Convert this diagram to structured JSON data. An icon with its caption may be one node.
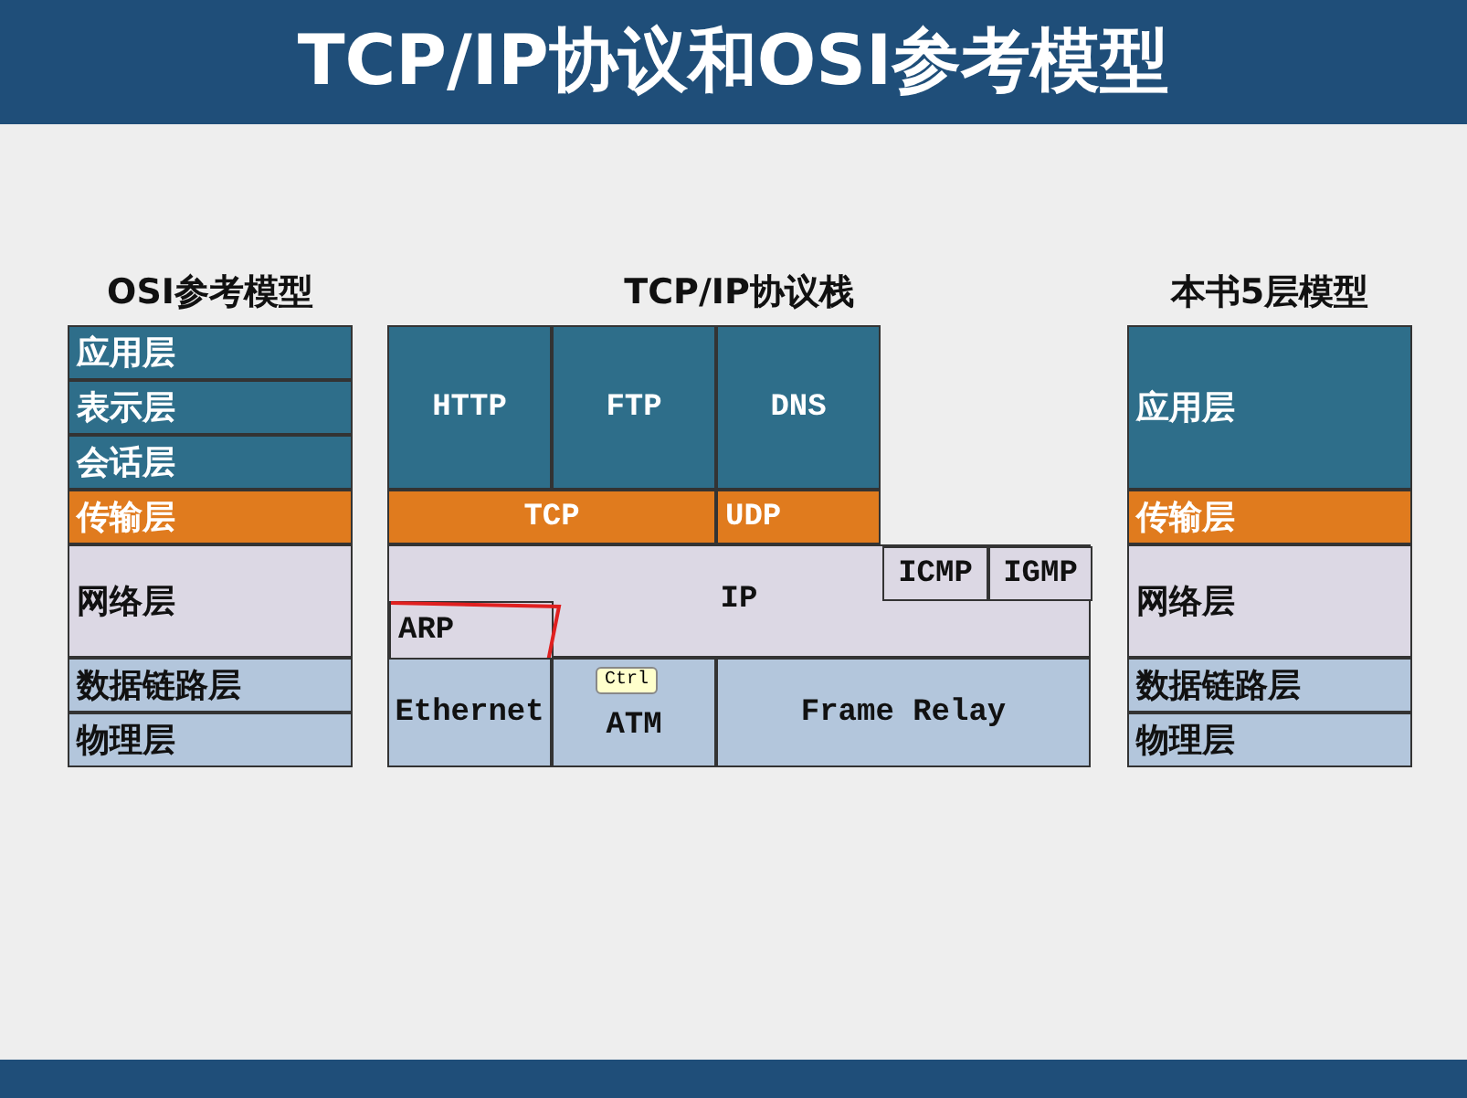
{
  "diagram": {
    "title": "TCP/IP协议和OSI参考模型",
    "nodes": [
      {
        "text": [
          "应用层"
        ]
      },
      {
        "text": [
          "表示层"
        ]
      },
      {
        "text": [
          "会话层"
        ]
      },
      {
        "text": [
          "传输层"
        ]
      },
      {
        "text": [
          "网络层"
        ]
      },
      {
        "text": [
          "数据链路层"
        ]
      },
      {
        "text": [
          "物理层"
        ]
      },
      {
        "text": [
          "HTTP"
        ]
      },
      {
        "text": [
          "FTP"
        ]
      },
      {
        "text": [
          "DNS"
        ]
      },
      {
        "text": [
          "TCP"
        ]
      },
      {
        "text": [
          "UDP"
        ]
      },
      {
        "text": [
          "IP"
        ]
      },
      {
        "text": [
          "ICMP"
        ],
        "in": 12
      },
      {
        "text": [
          "IGMP"
        ],
        "in": 12
      },
      {
        "text": [
          "ARP"
        ],
        "in": 12
      },
      {
        "text": [
          "Ethernet"
        ]
      },
      {
        "text": [
          "ATM"
        ]
      },
      {
        "text": [
          "Frame Relay"
        ]
      },
      {
        "text": [
          "应用层"
        ]
      },
      {
        "text": [
          "传输层"
        ]
      },
      {
        "text": [
          "网络层"
        ]
      },
      {
        "text": [
          "数据链路层"
        ]
      },
      {
        "text": [
          "物理层"
        ]
      }
    ],
    "labels": [
      "OSI参考模型",
      "TCP/IP协议栈",
      "本书5层模型",
      "Ctrl"
    ]
  }
}
